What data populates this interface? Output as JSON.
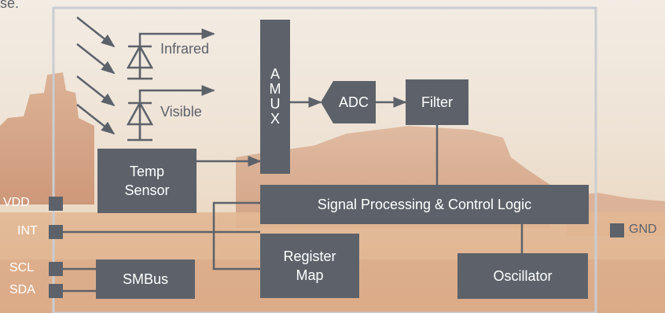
{
  "caption_fragment": "se.",
  "sensors": {
    "infrared": "Infrared",
    "visible": "Visible"
  },
  "blocks": {
    "amux": "A\nM\nU\nX",
    "adc": "ADC",
    "filter": "Filter",
    "temp_sensor": "Temp\nSensor",
    "signal_processing": "Signal Processing & Control Logic",
    "register_map": "Register\nMap",
    "smbus": "SMBus",
    "oscillator": "Oscillator"
  },
  "pins": {
    "vdd": "VDD",
    "int": "INT",
    "scl": "SCL",
    "sda": "SDA",
    "gnd": "GND"
  },
  "colors": {
    "block": "#5d626a",
    "line": "#5d626a",
    "outline": "#c9cdd2"
  }
}
